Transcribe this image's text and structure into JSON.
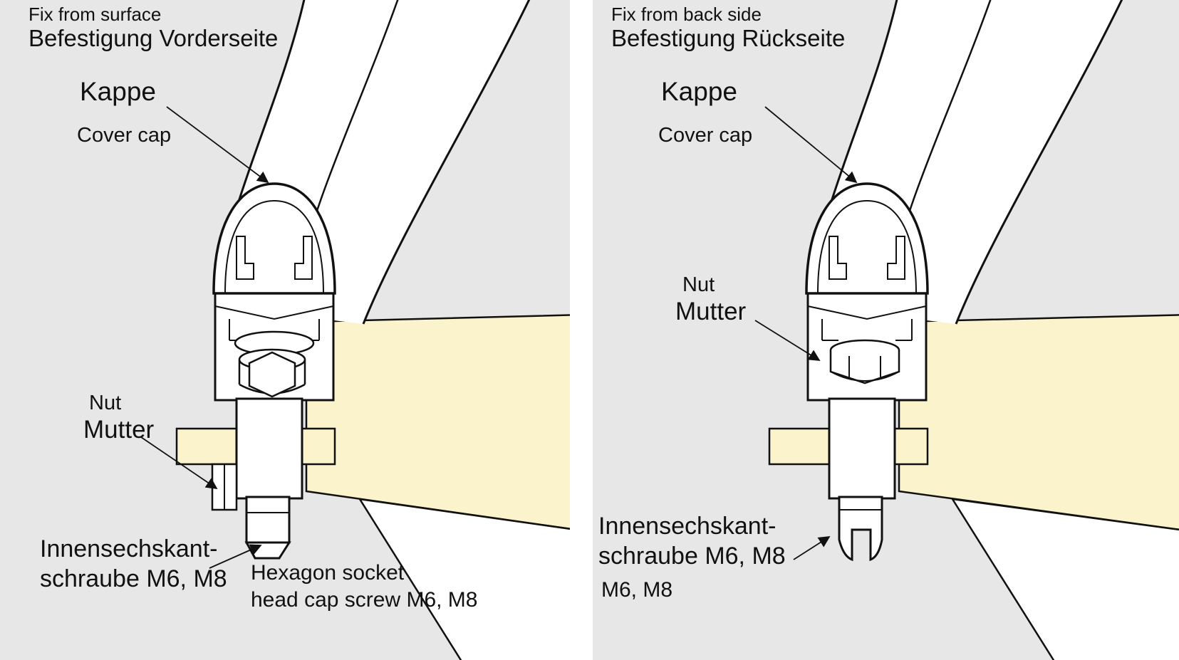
{
  "colors": {
    "panel_background": "#e7e7e7",
    "board_fill": "#faf3cc",
    "handle_fill": "#ffffff",
    "line": "#111111"
  },
  "panels": {
    "left": {
      "title_en": "Fix from surface",
      "title_de": "Befestigung Vorderseite",
      "cap_label_de": "Kappe",
      "cap_label_en": "Cover cap",
      "nut_label_en": "Nut",
      "nut_label_de": "Mutter",
      "screw_label_de_line1": "Innensechskant-",
      "screw_label_de_line2": "schraube M6, M8",
      "screw_label_en_line1": "Hexagon socket",
      "screw_label_en_line2": "head cap screw M6, M8"
    },
    "right": {
      "title_en": "Fix from back side",
      "title_de": "Befestigung Rückseite",
      "cap_label_de": "Kappe",
      "cap_label_en": "Cover cap",
      "nut_label_en": "Nut",
      "nut_label_de": "Mutter",
      "screw_label_de_line1": "Innensechskant-",
      "screw_label_de_line2": "schraube M6, M8",
      "screw_size": "M6, M8"
    }
  }
}
